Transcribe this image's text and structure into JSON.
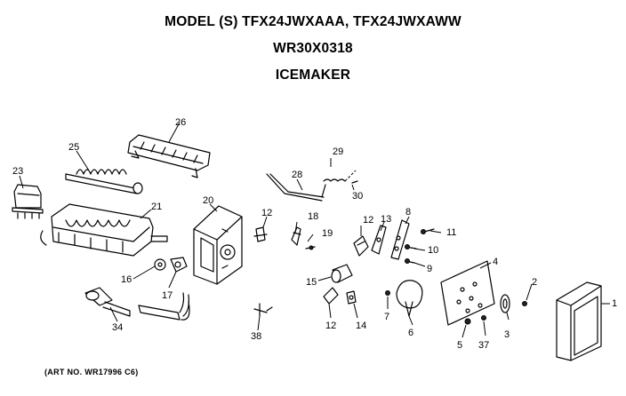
{
  "title": {
    "line1": "MODEL (S) TFX24JWXAAA, TFX24JWXAWW",
    "line2": "WR30X0318",
    "line3": "ICEMAKER"
  },
  "footer": {
    "art_no": "(ART NO. WR17996 C6)"
  },
  "callouts": {
    "c1": "1",
    "c2": "2",
    "c3": "3",
    "c4": "4",
    "c5": "5",
    "c6": "6",
    "c7": "7",
    "c8": "8",
    "c9": "9",
    "c10": "10",
    "c11": "11",
    "c12a": "12",
    "c12b": "12",
    "c12c": "12",
    "c13": "13",
    "c14": "14",
    "c15": "15",
    "c16": "16",
    "c17": "17",
    "c18": "18",
    "c19": "19",
    "c20": "20",
    "c21": "21",
    "c23": "23",
    "c25": "25",
    "c26": "26",
    "c28": "28",
    "c29": "29",
    "c30": "30",
    "c34": "34",
    "c37": "37",
    "c38": "38"
  }
}
